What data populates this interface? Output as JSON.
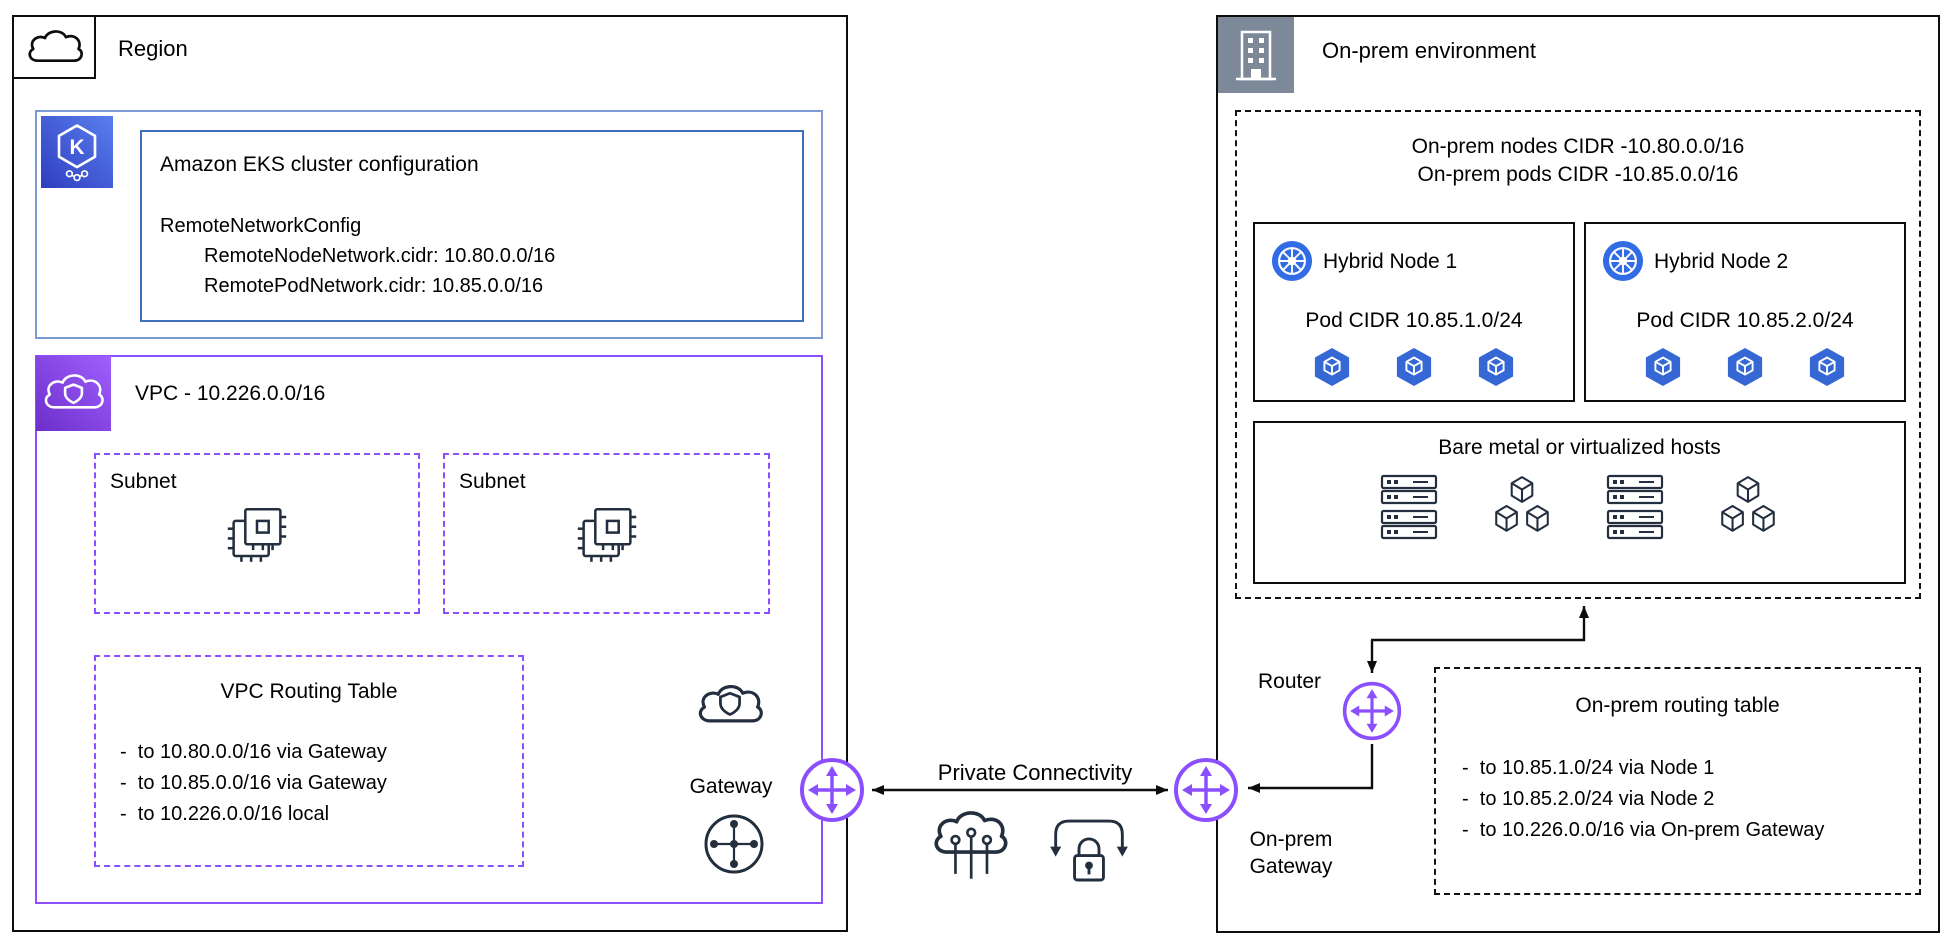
{
  "region": {
    "label": "Region",
    "eks": {
      "title": "Amazon EKS cluster configuration",
      "config_line": "RemoteNetworkConfig",
      "node_cidr": "RemoteNodeNetwork.cidr: 10.80.0.0/16",
      "pod_cidr": "RemotePodNetwork.cidr: 10.85.0.0/16"
    },
    "vpc": {
      "label": "VPC - 10.226.0.0/16",
      "subnets": [
        {
          "label": "Subnet"
        },
        {
          "label": "Subnet"
        }
      ],
      "routing_table": {
        "title": "VPC Routing Table",
        "routes": [
          "-  to 10.80.0.0/16 via Gateway",
          "-  to 10.85.0.0/16 via Gateway",
          "-  to 10.226.0.0/16 local"
        ]
      },
      "gateway_label": "Gateway"
    }
  },
  "connectivity": {
    "label": "Private Connectivity"
  },
  "onprem": {
    "label": "On-prem environment",
    "cidr": {
      "nodes_line": "On-prem nodes CIDR -10.80.0.0/16",
      "pods_line": "On-prem pods CIDR -10.85.0.0/16"
    },
    "nodes": [
      {
        "title": "Hybrid Node 1",
        "pod_cidr": "Pod CIDR 10.85.1.0/24"
      },
      {
        "title": "Hybrid Node 2",
        "pod_cidr": "Pod CIDR 10.85.2.0/24"
      }
    ],
    "hosts_title": "Bare metal or virtualized hosts",
    "router_label": "Router",
    "gateway_label": "On-prem Gateway",
    "routing_table": {
      "title": "On-prem routing table",
      "routes": [
        "-  to 10.85.1.0/24 via Node 1",
        "-  to 10.85.2.0/24 via Node 2",
        "-  to 10.226.0.0/16 via On-prem Gateway"
      ]
    }
  },
  "colors": {
    "vpc_purple": "#8C4FFF",
    "eks_blue": "#3e6fbe",
    "k8s_blue": "#326CE5",
    "onprem_gray": "#7d8998",
    "line_black": "#0d0d0d"
  }
}
